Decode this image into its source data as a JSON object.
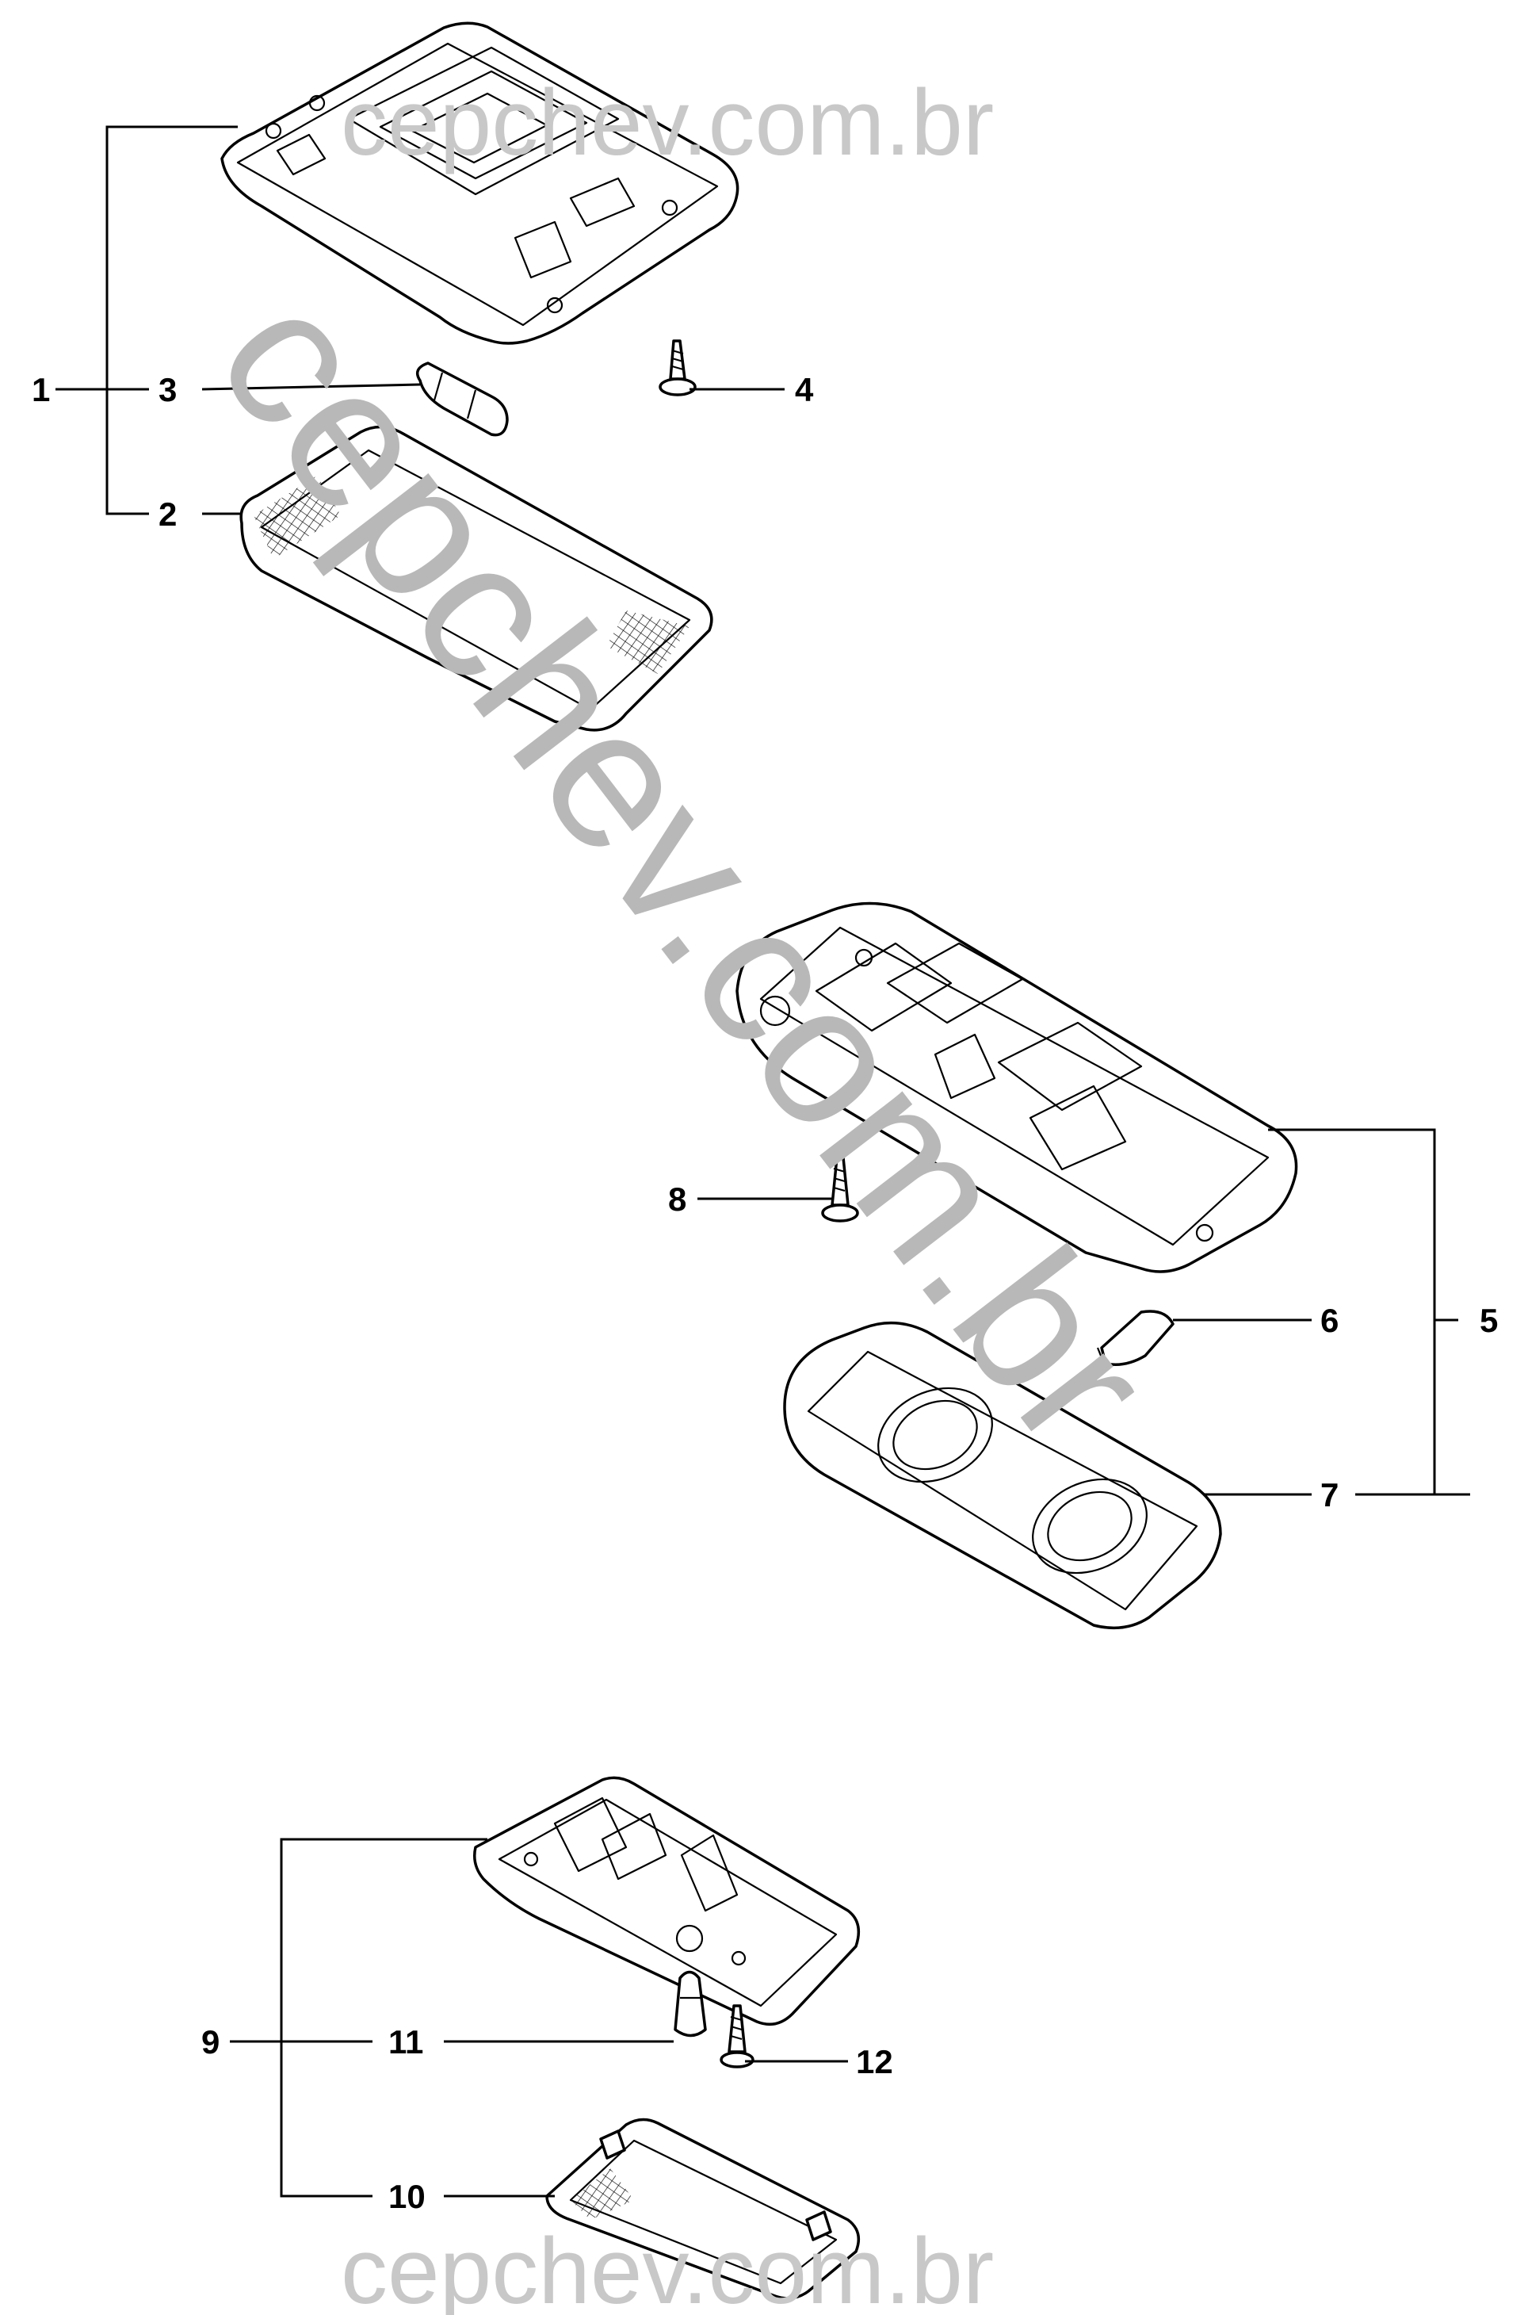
{
  "watermarks": {
    "top": "cepchev.com.br",
    "diagonal": "cepchev.com.br",
    "bottom": "cepchev.com.br"
  },
  "callouts": {
    "c1": "1",
    "c2": "2",
    "c3": "3",
    "c4": "4",
    "c5": "5",
    "c6": "6",
    "c7": "7",
    "c8": "8",
    "c9": "9",
    "c10": "10",
    "c11": "11",
    "c12": "12"
  },
  "colors": {
    "linework": "#000000",
    "watermark": "#c8c8c8",
    "background": "#ffffff"
  }
}
